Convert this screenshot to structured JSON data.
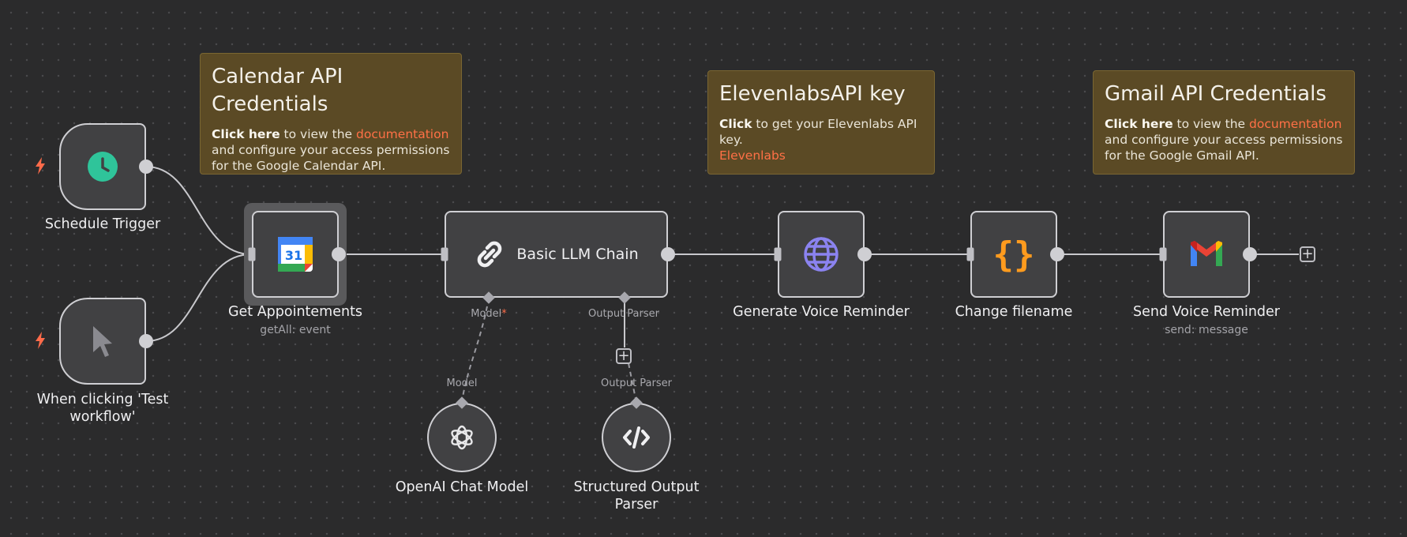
{
  "notes": [
    {
      "title": "Calendar API Credentials",
      "bold": "Click here",
      "text1": " to view the ",
      "link": "documentation",
      "text2": " and configure your access permissions for the Google Calendar API."
    },
    {
      "title": "ElevenlabsAPI key",
      "bold": "Click",
      "text1": " to get your Elevenlabs API key.",
      "link": "Elevenlabs"
    },
    {
      "title": "Gmail API Credentials",
      "bold": "Click here",
      "text1": " to view the ",
      "link": "documentation",
      "text2": " and configure your access permissions for the Google Gmail API."
    }
  ],
  "nodes": {
    "schedule_trigger": {
      "label": "Schedule Trigger",
      "icon": "clock-icon"
    },
    "manual_trigger": {
      "label": "When clicking 'Test workflow'",
      "icon": "cursor-icon"
    },
    "get_appointements": {
      "label": "Get Appointements",
      "sublabel": "getAll: event",
      "icon": "google-calendar-icon",
      "icon_text": "31"
    },
    "llm_chain": {
      "label": "Basic LLM Chain",
      "icon": "link-icon"
    },
    "generate_voice": {
      "label": "Generate Voice Reminder",
      "icon": "globe-icon"
    },
    "change_filename": {
      "label": "Change filename",
      "icon": "braces-icon",
      "icon_text": "{}"
    },
    "send_voice": {
      "label": "Send Voice Reminder",
      "sublabel": "send: message",
      "icon": "gmail-icon"
    },
    "openai_model": {
      "label": "OpenAI Chat Model",
      "icon": "openai-icon"
    },
    "output_parser": {
      "label": "Structured Output Parser",
      "icon": "code-icon"
    }
  },
  "connections": {
    "model_label": "Model",
    "required_mark": "*",
    "output_parser_label": "Output Parser",
    "model_sub_label": "Model",
    "output_parser_sub_label": "Output Parser"
  },
  "colors": {
    "canvas": "#2b2b2c",
    "sticky": "#5b4a25",
    "accent_link": "#ff7046",
    "trigger_bolt": "#ff6b4a",
    "clock": "#2fc49a",
    "globe": "#8b83f0",
    "braces": "#ff9b1e"
  }
}
